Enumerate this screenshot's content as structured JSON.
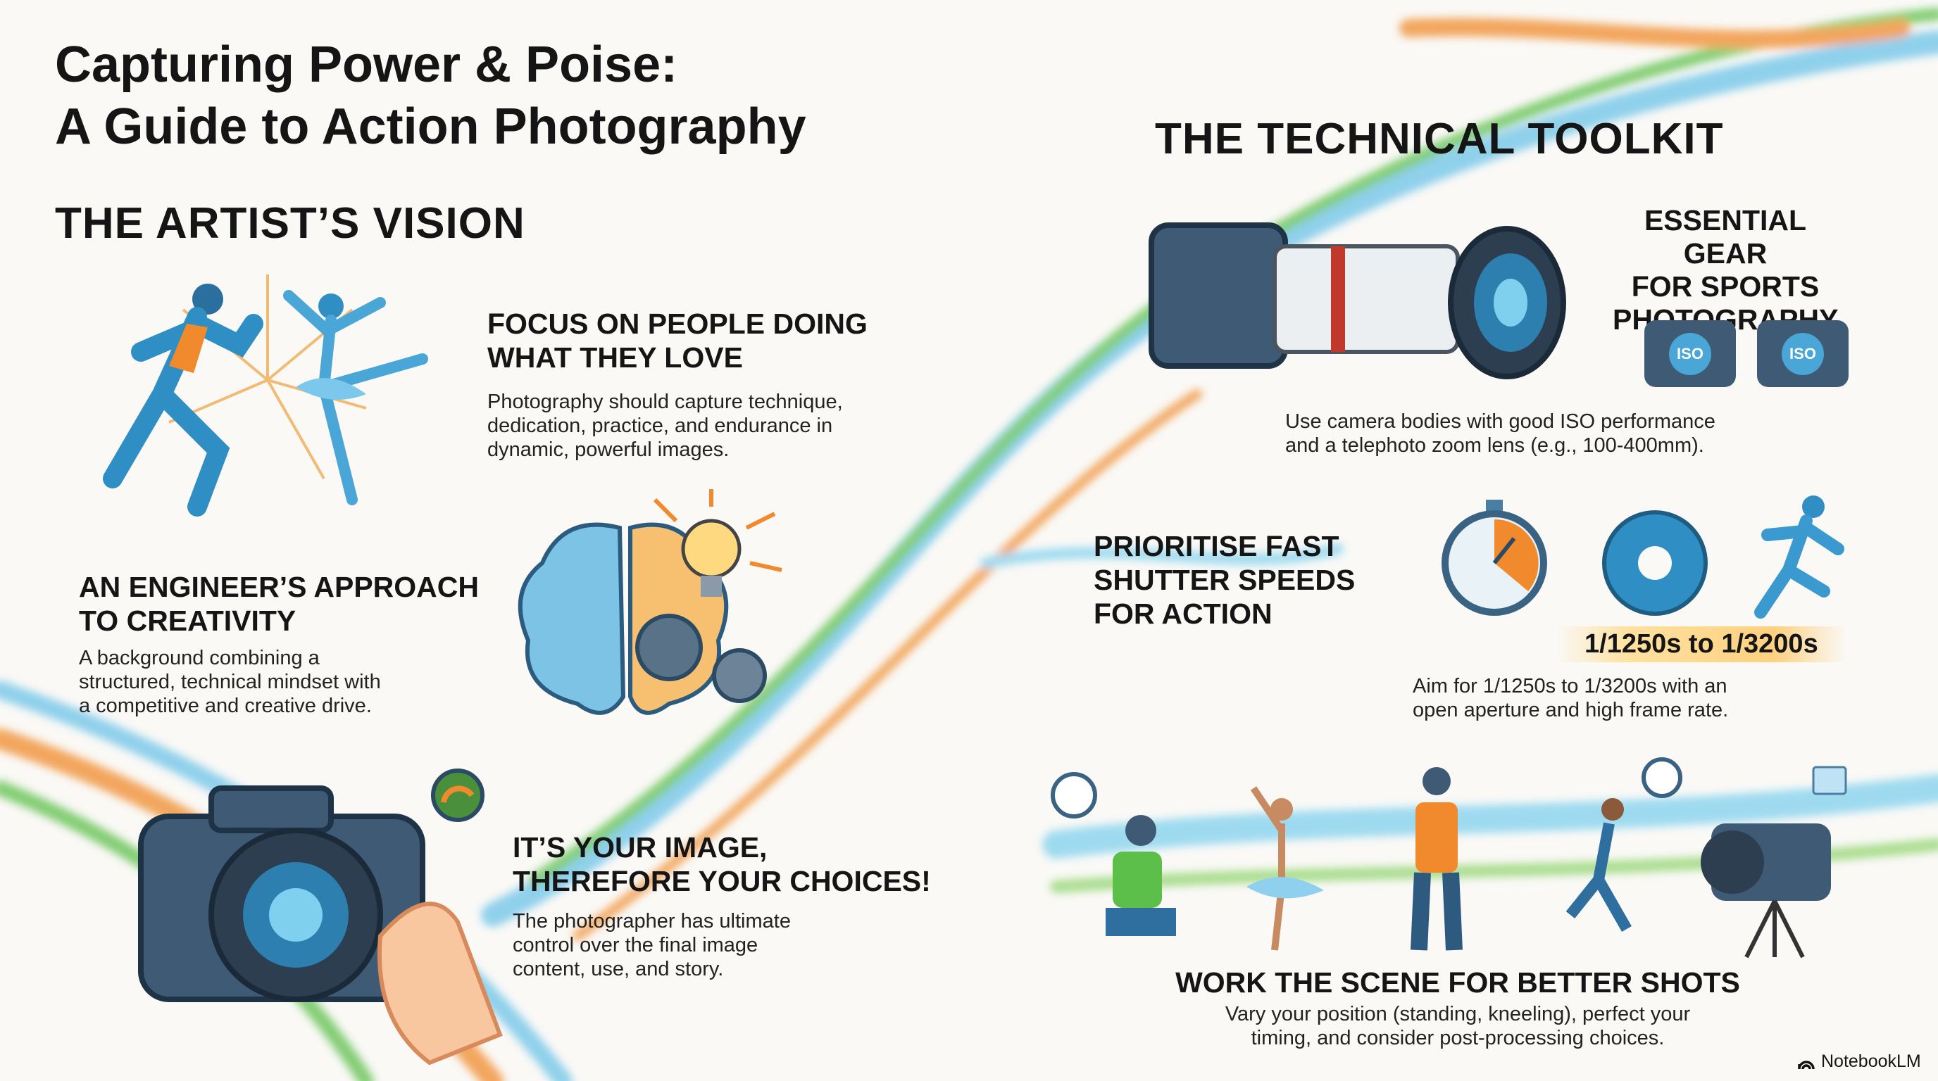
{
  "title": {
    "line1": "Capturing Power & Poise:",
    "line2": "A Guide to Action Photography"
  },
  "artist": {
    "heading": "THE ARTIST’S VISION",
    "items": [
      {
        "title1": "FOCUS ON PEOPLE DOING",
        "title2": "WHAT THEY LOVE",
        "body1": "Photography should capture technique,",
        "body2": "dedication, practice, and endurance in",
        "body3": "dynamic, powerful images."
      },
      {
        "title1": "AN ENGINEER’S APPROACH",
        "title2": "TO CREATIVITY",
        "body1": "A background combining a",
        "body2": "structured, technical mindset with",
        "body3": "a competitive and creative drive."
      },
      {
        "title1": "IT’S YOUR IMAGE,",
        "title2": "THEREFORE YOUR CHOICES!",
        "body1": "The photographer has ultimate",
        "body2": "control over the final image",
        "body3": "content, use, and story."
      }
    ]
  },
  "toolkit": {
    "heading": "THE TECHNICAL TOOLKIT",
    "gear": {
      "title1": "ESSENTIAL GEAR",
      "title2": "FOR SPORTS",
      "title3": "PHOTOGRAPHY",
      "iso_label": "ISO",
      "body1": "Use camera bodies with good ISO performance",
      "body2": "and a telephoto zoom lens (e.g., 100-400mm)."
    },
    "shutter": {
      "title1": "PRIORITISE FAST",
      "title2": "SHUTTER SPEEDS",
      "title3": "FOR ACTION",
      "badge": "1/1250s to 1/3200s",
      "body1": "Aim for 1/1250s to 1/3200s with an",
      "body2": "open aperture and high frame rate."
    },
    "scene": {
      "title": "WORK THE SCENE FOR BETTER SHOTS",
      "body1": "Vary your position (standing, kneeling), perfect your",
      "body2": "timing, and consider post-processing choices."
    }
  },
  "brand": {
    "name": "NotebookLM"
  },
  "colors": {
    "blue": "#2f8fc4",
    "orange": "#f08a2c",
    "green": "#5cbf4a",
    "dark": "#33495e"
  }
}
